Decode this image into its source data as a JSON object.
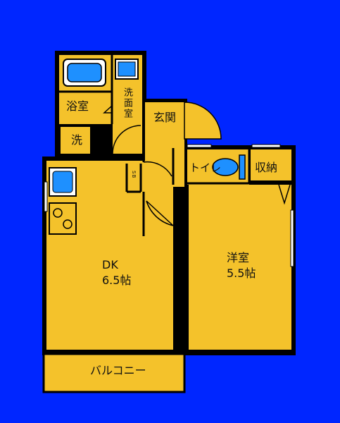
{
  "rooms": {
    "bath": "浴室",
    "washroom": "洗面室",
    "washer": "洗",
    "entrance": "玄関",
    "toilet": "トイレ",
    "storage": "収納",
    "shoe_box": "SB",
    "dk_name": "DK",
    "dk_size": "6.5帖",
    "western_name": "洋室",
    "western_size": "5.5帖",
    "balcony": "バルコニー"
  },
  "colors": {
    "background": "#0026ff",
    "floor": "#f4c22b",
    "wall": "#000000",
    "fixture": "#1e90ff",
    "window": "#ffffff"
  }
}
